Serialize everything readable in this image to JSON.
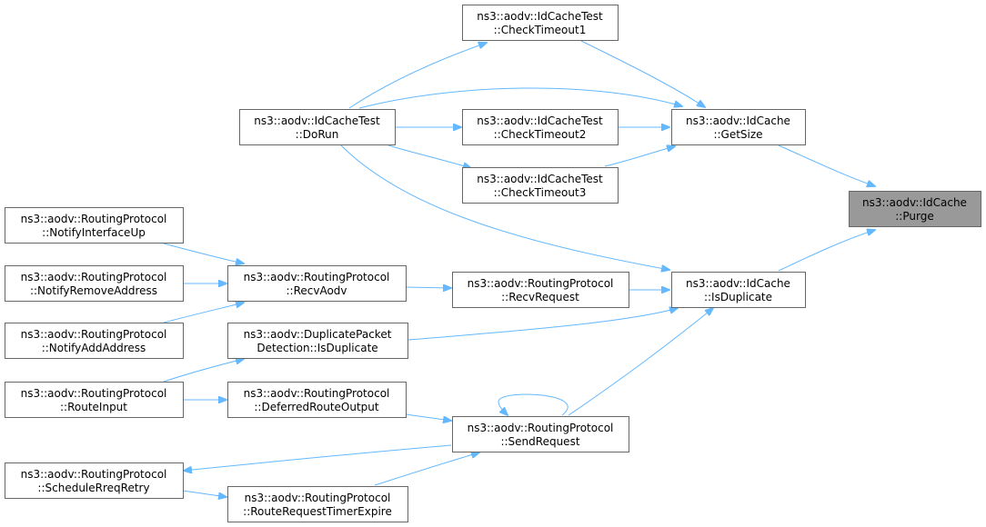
{
  "graph": {
    "nodes": [
      {
        "id": "purge",
        "line1": "ns3::aodv::IdCache",
        "line2": "::Purge",
        "focus": true
      },
      {
        "id": "getsize",
        "line1": "ns3::aodv::IdCache",
        "line2": "::GetSize"
      },
      {
        "id": "isduplicate",
        "line1": "ns3::aodv::IdCache",
        "line2": "::IsDuplicate"
      },
      {
        "id": "checktimeout1",
        "line1": "ns3::aodv::IdCacheTest",
        "line2": "::CheckTimeout1"
      },
      {
        "id": "checktimeout2",
        "line1": "ns3::aodv::IdCacheTest",
        "line2": "::CheckTimeout2"
      },
      {
        "id": "checktimeout3",
        "line1": "ns3::aodv::IdCacheTest",
        "line2": "::CheckTimeout3"
      },
      {
        "id": "dorun",
        "line1": "ns3::aodv::IdCacheTest",
        "line2": "::DoRun"
      },
      {
        "id": "recvrequest",
        "line1": "ns3::aodv::RoutingProtocol",
        "line2": "::RecvRequest"
      },
      {
        "id": "recvaodv",
        "line1": "ns3::aodv::RoutingProtocol",
        "line2": "::RecvAodv"
      },
      {
        "id": "dpd_isduplicate",
        "line1": "ns3::aodv::DuplicatePacket",
        "line2": "Detection::IsDuplicate"
      },
      {
        "id": "sendrequest",
        "line1": "ns3::aodv::RoutingProtocol",
        "line2": "::SendRequest"
      },
      {
        "id": "deferredrouteoutput",
        "line1": "ns3::aodv::RoutingProtocol",
        "line2": "::DeferredRouteOutput"
      },
      {
        "id": "routerequesttimerexpire",
        "line1": "ns3::aodv::RoutingProtocol",
        "line2": "::RouteRequestTimerExpire"
      },
      {
        "id": "notifyinterfaceup",
        "line1": "ns3::aodv::RoutingProtocol",
        "line2": "::NotifyInterfaceUp"
      },
      {
        "id": "notifyremoveaddress",
        "line1": "ns3::aodv::RoutingProtocol",
        "line2": "::NotifyRemoveAddress"
      },
      {
        "id": "notifyaddaddress",
        "line1": "ns3::aodv::RoutingProtocol",
        "line2": "::NotifyAddAddress"
      },
      {
        "id": "routeinput",
        "line1": "ns3::aodv::RoutingProtocol",
        "line2": "::RouteInput"
      },
      {
        "id": "schedulerreqretry",
        "line1": "ns3::aodv::RoutingProtocol",
        "line2": "::ScheduleRreqRetry"
      }
    ],
    "edges": [
      {
        "from": "getsize",
        "to": "purge"
      },
      {
        "from": "isduplicate",
        "to": "purge"
      },
      {
        "from": "checktimeout1",
        "to": "getsize"
      },
      {
        "from": "dorun",
        "to": "getsize"
      },
      {
        "from": "checktimeout2",
        "to": "getsize"
      },
      {
        "from": "checktimeout3",
        "to": "getsize"
      },
      {
        "from": "dorun",
        "to": "checktimeout1"
      },
      {
        "from": "dorun",
        "to": "checktimeout2"
      },
      {
        "from": "dorun",
        "to": "checktimeout3"
      },
      {
        "from": "dorun",
        "to": "isduplicate"
      },
      {
        "from": "recvrequest",
        "to": "isduplicate"
      },
      {
        "from": "dpd_isduplicate",
        "to": "isduplicate"
      },
      {
        "from": "sendrequest",
        "to": "isduplicate"
      },
      {
        "from": "recvaodv",
        "to": "recvrequest"
      },
      {
        "from": "notifyinterfaceup",
        "to": "recvaodv"
      },
      {
        "from": "notifyremoveaddress",
        "to": "recvaodv"
      },
      {
        "from": "notifyaddaddress",
        "to": "recvaodv"
      },
      {
        "from": "routeinput",
        "to": "dpd_isduplicate"
      },
      {
        "from": "routeinput",
        "to": "deferredrouteoutput"
      },
      {
        "from": "deferredrouteoutput",
        "to": "sendrequest"
      },
      {
        "from": "routerequesttimerexpire",
        "to": "sendrequest"
      },
      {
        "from": "sendrequest",
        "to": "sendrequest"
      },
      {
        "from": "sendrequest",
        "to": "schedulerreqretry"
      },
      {
        "from": "schedulerreqretry",
        "to": "routerequesttimerexpire"
      }
    ]
  },
  "colors": {
    "edge": "#63b8ff",
    "node_border": "#666666",
    "node_fill": "#ffffff",
    "focus_fill": "#999999"
  }
}
